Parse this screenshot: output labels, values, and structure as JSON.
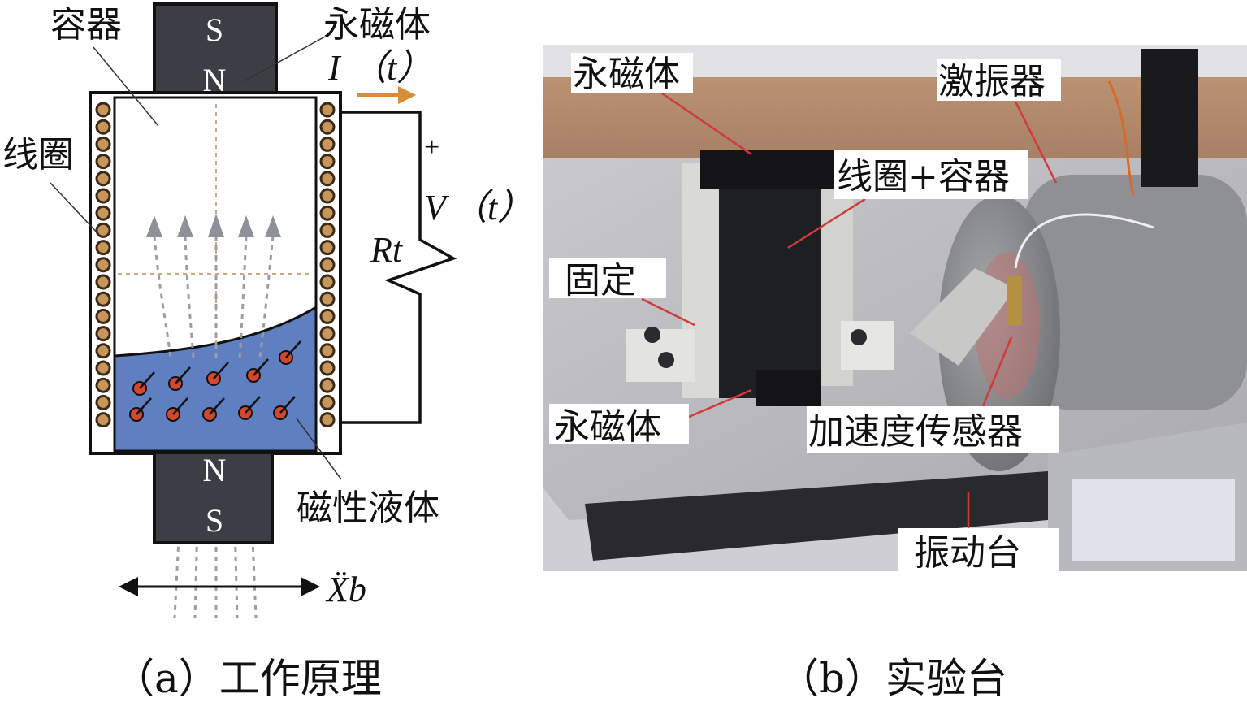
{
  "panel_a": {
    "caption": "（a）工作原理",
    "labels": {
      "container": "容器",
      "magnet_top": "永磁体",
      "coil": "线圈",
      "ferrofluid": "磁性液体",
      "current": "I",
      "current_arg": "（t）",
      "plus": "+",
      "voltage": "V",
      "voltage_arg": "（t）",
      "resistor": "Rt",
      "excitation": "Ẍb"
    },
    "magnet_top_poles": [
      "S",
      "N"
    ],
    "magnet_bottom_poles": [
      "N",
      "S"
    ],
    "colors": {
      "magnet": "#3b3e44",
      "fluid": "#5f7fc0",
      "coil": "#c8955a",
      "current_arrow": "#d98c3a",
      "particle": "#d4472f"
    }
  },
  "panel_b": {
    "caption": "（b）实验台",
    "labels": {
      "magnet_top": "永磁体",
      "shaker": "激振器",
      "coil_container": "线圈+容器",
      "fixture": "固定",
      "magnet_bottom": "永磁体",
      "accelerometer": "加速度传感器",
      "vibration_table": "振动台"
    }
  }
}
